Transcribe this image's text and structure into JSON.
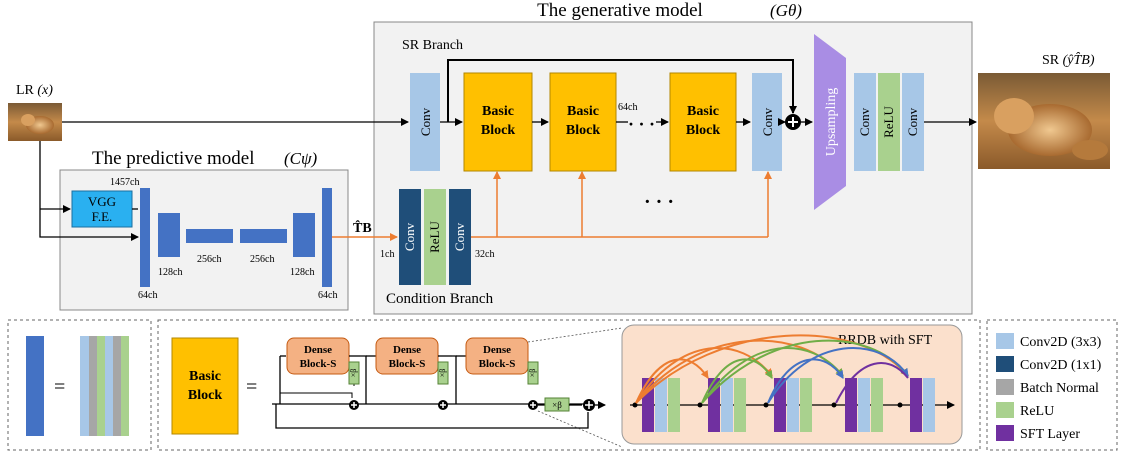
{
  "titles": {
    "generative": "The generative model",
    "generative_symbol": "(Gθ)",
    "predictive": "The predictive model",
    "predictive_symbol": "(Cψ)"
  },
  "branches": {
    "sr": "SR Branch",
    "condition": "Condition Branch"
  },
  "io": {
    "lr_label": "LR",
    "lr_symbol": "(x)",
    "sr_label": "SR",
    "sr_symbol": "(ŷT̂B)",
    "tb_label": "T̂B"
  },
  "blocks": {
    "conv": "Conv",
    "relu": "ReLU",
    "basic1": "Basic",
    "basic2": "Block",
    "upsampling": "Upsampling",
    "vgg1": "VGG",
    "vgg2": "F.E.",
    "dense1": "Dense",
    "dense2": "Block-S",
    "beta": "×β",
    "equals": "=",
    "dots": "· · ·"
  },
  "channels": {
    "c1457": "1457ch",
    "c64a": "64ch",
    "c128a": "128ch",
    "c256a": "256ch",
    "c256b": "256ch",
    "c128b": "128ch",
    "c64b": "64ch",
    "c1": "1ch",
    "c32": "32ch",
    "c64sr": "64ch"
  },
  "rrdb_title": "RRDB with SFT",
  "legend": [
    {
      "label": "Conv2D (3x3)",
      "color": "#a7c7e7"
    },
    {
      "label": "Conv2D (1x1)",
      "color": "#1f4e79"
    },
    {
      "label": "Batch Normal",
      "color": "#a6a6a6"
    },
    {
      "label": "ReLU",
      "color": "#a9d18e"
    },
    {
      "label": "SFT Layer",
      "color": "#7030a0"
    }
  ],
  "colors": {
    "panel": "#f2f2f2",
    "basic_block": "#ffc000",
    "conv": "#a7c7e7",
    "conv1x1": "#1f4e79",
    "relu": "#a9d18e",
    "upsampling": "#a98de4",
    "vgg": "#2ab0f0",
    "encoder": "#4472c4",
    "dense": "#f4b183",
    "rrdb_bg": "#fbe0cc",
    "orange_line": "#ed7d31",
    "sft": "#7030a0",
    "batch": "#a6a6a6"
  }
}
